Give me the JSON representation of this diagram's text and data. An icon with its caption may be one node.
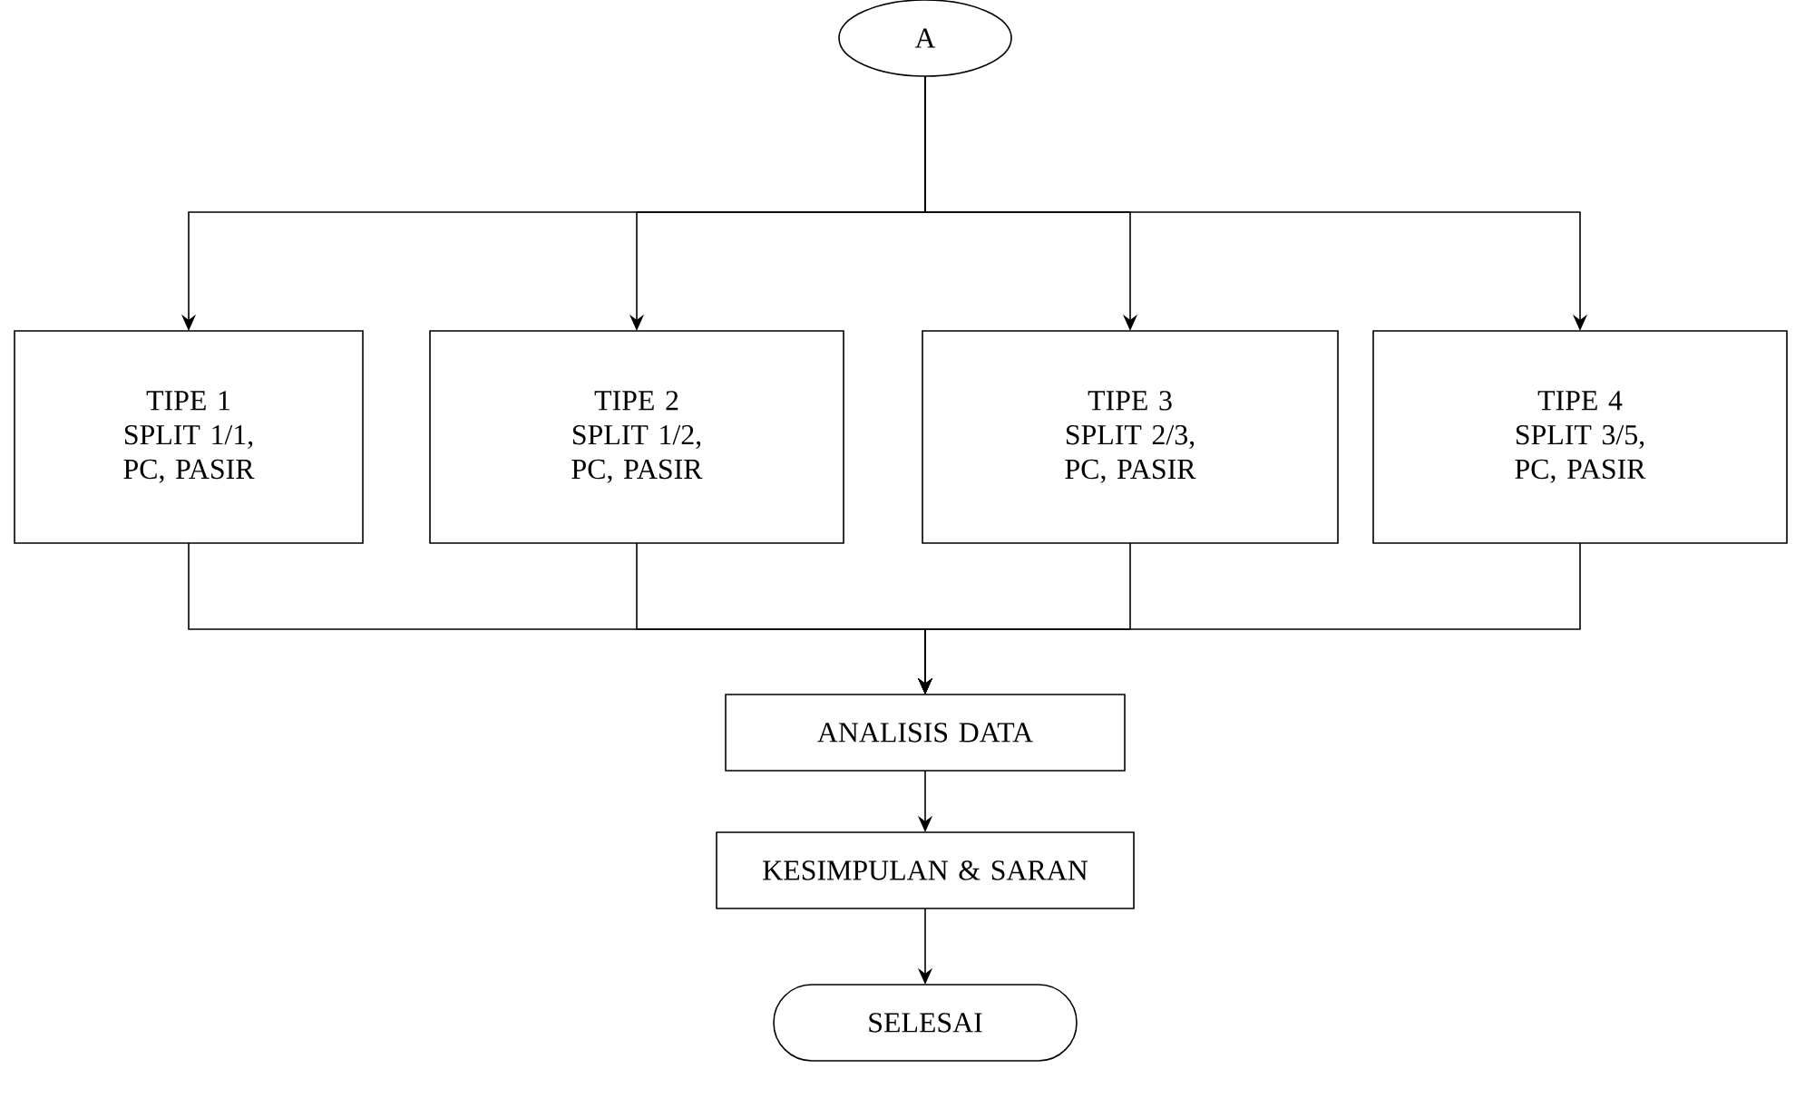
{
  "diagram": {
    "nodes": [
      {
        "text": [
          "A"
        ]
      },
      {
        "text": [
          "TIPE 1",
          "SPLIT 1/1, PC, PASIR"
        ]
      },
      {
        "text": [
          "TIPE 2",
          "SPLIT 1/2, PC, PASIR"
        ]
      },
      {
        "text": [
          "TIPE 3",
          "SPLIT 2/3, PC, PASIR"
        ]
      },
      {
        "text": [
          "TIPE 4",
          "SPLIT 3/5, PC, PASIR"
        ]
      },
      {
        "text": [
          "ANALISIS DATA"
        ]
      },
      {
        "text": [
          "KESIMPULAN & SARAN"
        ]
      },
      {
        "text": [
          "SELESAI"
        ]
      }
    ],
    "edges": [
      {
        "from": 0,
        "to": 1,
        "arrow": "to"
      },
      {
        "from": 0,
        "to": 2,
        "arrow": "to"
      },
      {
        "from": 0,
        "to": 3,
        "arrow": "to"
      },
      {
        "from": 0,
        "to": 4,
        "arrow": "to"
      },
      {
        "from": 1,
        "to": 5,
        "arrow": "to"
      },
      {
        "from": 2,
        "to": 5,
        "arrow": "to"
      },
      {
        "from": 3,
        "to": 5,
        "arrow": "to"
      },
      {
        "from": 4,
        "to": 5,
        "arrow": "to"
      },
      {
        "from": 5,
        "to": 6,
        "arrow": "to"
      },
      {
        "from": 6,
        "to": 7,
        "arrow": "to"
      }
    ]
  }
}
